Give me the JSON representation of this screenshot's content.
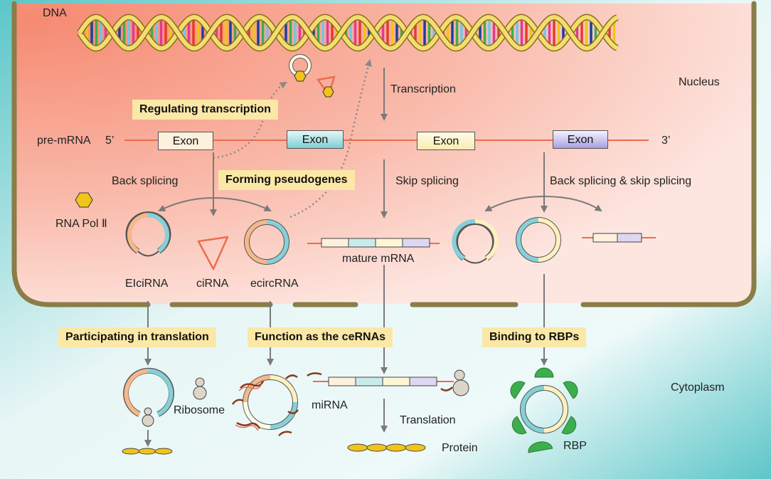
{
  "colors": {
    "nucleus": "#f79b85",
    "cytoplasm": "#a8dcdc",
    "membrane": "#8a7d48",
    "rna_line": "#ec6c4e",
    "highlight_box": "#fbe8a6",
    "arrow": "#7a7a7a",
    "rbp": "#3cae4e",
    "protein": "#f2c418"
  },
  "labels": {
    "dna": "DNA",
    "nucleus": "Nucleus",
    "cytoplasm": "Cytoplasm",
    "transcription": "Transcription",
    "pre_mrna": "pre-mRNA",
    "five_prime": "5’",
    "three_prime": "3’",
    "back_splicing": "Back splicing",
    "skip_splicing": "Skip splicing",
    "back_skip_splicing": "Back splicing & skip splicing",
    "rna_pol": "RNA Pol Ⅱ",
    "elcirna": "EIciRNA",
    "cirna": "ciRNA",
    "ecircrna": "ecircRNA",
    "mature_mrna": "mature mRNA",
    "ribosome": "Ribosome",
    "mirna": "miRNA",
    "translation": "Translation",
    "protein": "Protein",
    "rbp": "RBP"
  },
  "exons": [
    "Exon",
    "Exon",
    "Exon",
    "Exon"
  ],
  "functions": {
    "regulating_transcription": "Regulating transcription",
    "forming_pseudogenes": "Forming pseudogenes",
    "participating_translation": "Participating in translation",
    "cerna": "Function as the ceRNAs",
    "binding_rbps": "Binding to RBPs"
  },
  "icons": {
    "dna": "double-helix-icon",
    "rna_pol": "hexagon-icon",
    "ribosome": "ribosome-icon",
    "rbp": "semicircle-icon",
    "protein": "ellipse-chain-icon"
  }
}
